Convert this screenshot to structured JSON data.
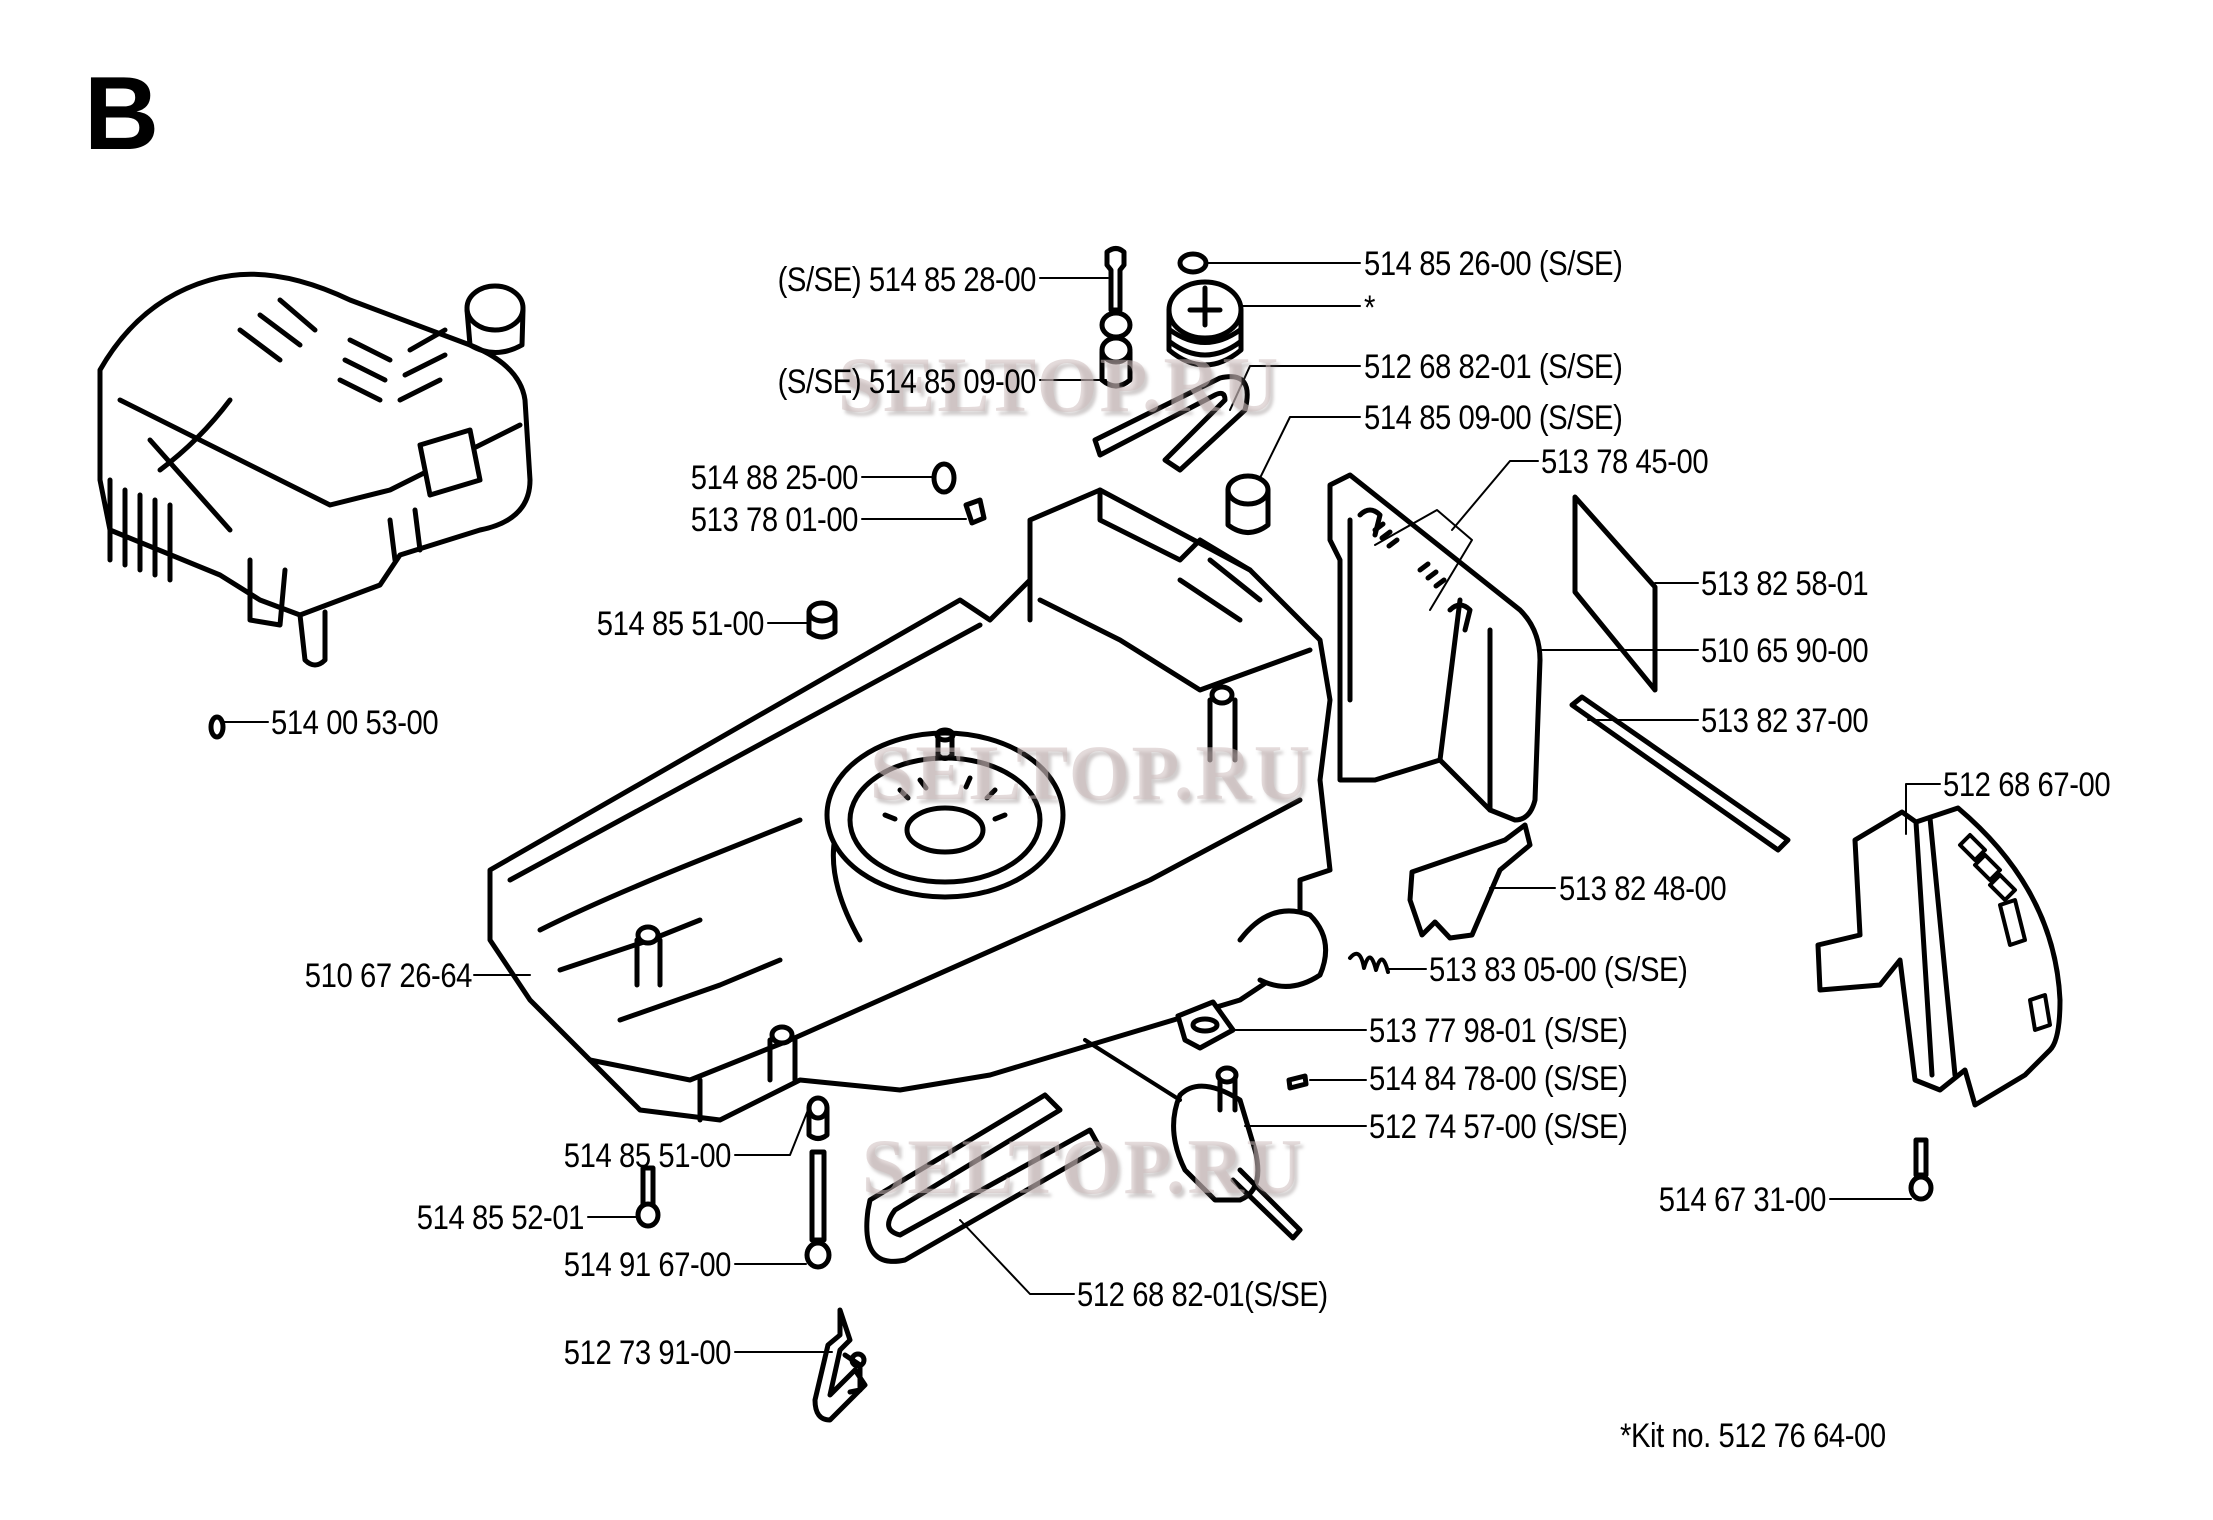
{
  "diagram": {
    "section_letter": "B",
    "watermark": "SELTOP.RU",
    "footnote": "*Kit no. 512 76 64-00",
    "parts": [
      {
        "id": "p01",
        "label": "(S/SE) 514 85 28-00",
        "part": "screw"
      },
      {
        "id": "p02",
        "label": "514 85 26-00 (S/SE)",
        "part": "nut"
      },
      {
        "id": "p03",
        "label": "*",
        "part": "pulley-kit"
      },
      {
        "id": "p04",
        "label": "(S/SE) 514 85 09-00",
        "part": "bushing"
      },
      {
        "id": "p05",
        "label": "512 68 82-01 (S/SE)",
        "part": "belt"
      },
      {
        "id": "p06",
        "label": "514 85 09-00 (S/SE)",
        "part": "bushing"
      },
      {
        "id": "p07",
        "label": "513 78 45-00",
        "part": "spring"
      },
      {
        "id": "p08",
        "label": "514 88 25-00",
        "part": "washer"
      },
      {
        "id": "p09",
        "label": "513 78 01-00",
        "part": "clip"
      },
      {
        "id": "p10",
        "label": "513 82 58-01",
        "part": "plate"
      },
      {
        "id": "p11",
        "label": "514 85 51-00",
        "part": "bushing"
      },
      {
        "id": "p12",
        "label": "510 65 90-00",
        "part": "rear-flap"
      },
      {
        "id": "p13",
        "label": "514 00 53-00",
        "part": "nut"
      },
      {
        "id": "p14",
        "label": "513 82 37-00",
        "part": "rod"
      },
      {
        "id": "p15",
        "label": "512 68 67-00",
        "part": "belt-cover"
      },
      {
        "id": "p16",
        "label": "513 82 48-00",
        "part": "bracket"
      },
      {
        "id": "p17",
        "label": "510 67 26-64",
        "part": "mower-deck"
      },
      {
        "id": "p18",
        "label": "513 83 05-00 (S/SE)",
        "part": "spring"
      },
      {
        "id": "p19",
        "label": "513 77 98-01 (S/SE)",
        "part": "plate"
      },
      {
        "id": "p20",
        "label": "514 84 78-00 (S/SE)",
        "part": "key"
      },
      {
        "id": "p21",
        "label": "512 74 57-00 (S/SE)",
        "part": "gearbox"
      },
      {
        "id": "p22",
        "label": "514 85 51-00",
        "part": "bushing"
      },
      {
        "id": "p23",
        "label": "514 67 31-00",
        "part": "screw"
      },
      {
        "id": "p24",
        "label": "514 85 52-01",
        "part": "screw"
      },
      {
        "id": "p25",
        "label": "514 91 67-00",
        "part": "screw"
      },
      {
        "id": "p26",
        "label": "512 68 82-01(S/SE)",
        "part": "belt"
      },
      {
        "id": "p27",
        "label": "512 73 91-00",
        "part": "lever"
      }
    ]
  }
}
